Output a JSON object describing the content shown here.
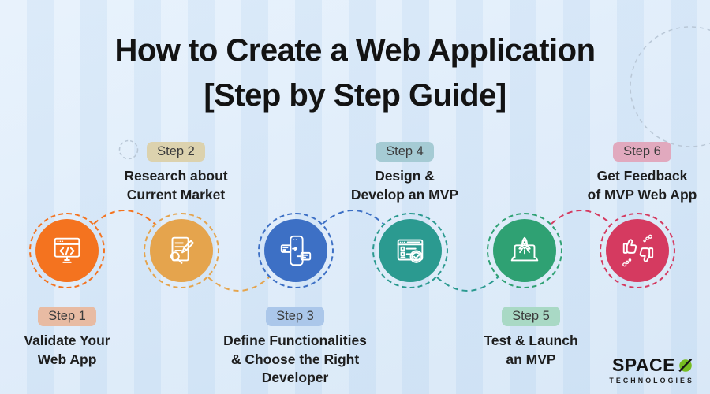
{
  "title": {
    "line1": "How to Create a Web Application",
    "line2": "[Step by Step Guide]"
  },
  "steps": [
    {
      "badge": "Step 1",
      "label_lines": [
        "Validate Your",
        "Web App"
      ],
      "label_position": "below",
      "circle_color": "#F4731F",
      "badge_bg": "#E8BBA3",
      "icon": "monitor-code-icon"
    },
    {
      "badge": "Step 2",
      "label_lines": [
        "Research about",
        "Current Market"
      ],
      "label_position": "above",
      "circle_color": "#E5A44D",
      "badge_bg": "#DCD2AE",
      "icon": "document-research-icon"
    },
    {
      "badge": "Step 3",
      "label_lines": [
        "Define Functionalities",
        "& Choose the Right",
        "Developer"
      ],
      "label_position": "below",
      "circle_color": "#3D70C5",
      "badge_bg": "#ABC7EA",
      "icon": "phone-flowchart-icon"
    },
    {
      "badge": "Step 4",
      "label_lines": [
        "Design &",
        "Develop an MVP"
      ],
      "label_position": "above",
      "circle_color": "#2B9A90",
      "badge_bg": "#A5CBD4",
      "icon": "browser-checklist-icon"
    },
    {
      "badge": "Step 5",
      "label_lines": [
        "Test & Launch",
        "an MVP"
      ],
      "label_position": "below",
      "circle_color": "#2FA173",
      "badge_bg": "#A9D9C5",
      "icon": "laptop-rocket-icon"
    },
    {
      "badge": "Step 6",
      "label_lines": [
        "Get Feedback",
        "of MVP Web App"
      ],
      "label_position": "above",
      "circle_color": "#D53A60",
      "badge_bg": "#E1A9BE",
      "icon": "thumbs-feedback-icon"
    }
  ],
  "connectors": [
    {
      "from": "step-1",
      "to": "step-2",
      "color": "#F4731F"
    },
    {
      "from": "step-2",
      "to": "step-3",
      "color": "#E5A44D"
    },
    {
      "from": "step-3",
      "to": "step-4",
      "color": "#3D70C5"
    },
    {
      "from": "step-4",
      "to": "step-5",
      "color": "#2B9A90"
    },
    {
      "from": "step-5",
      "to": "step-6",
      "color": "#D53A60"
    }
  ],
  "logo": {
    "brand": "SPACE",
    "suffix": "TECHNOLOGIES",
    "accent_color": "#76BC21"
  },
  "background": {
    "base_color": "#D6E7F7",
    "decor_dash_color": "#B9C7D6"
  }
}
